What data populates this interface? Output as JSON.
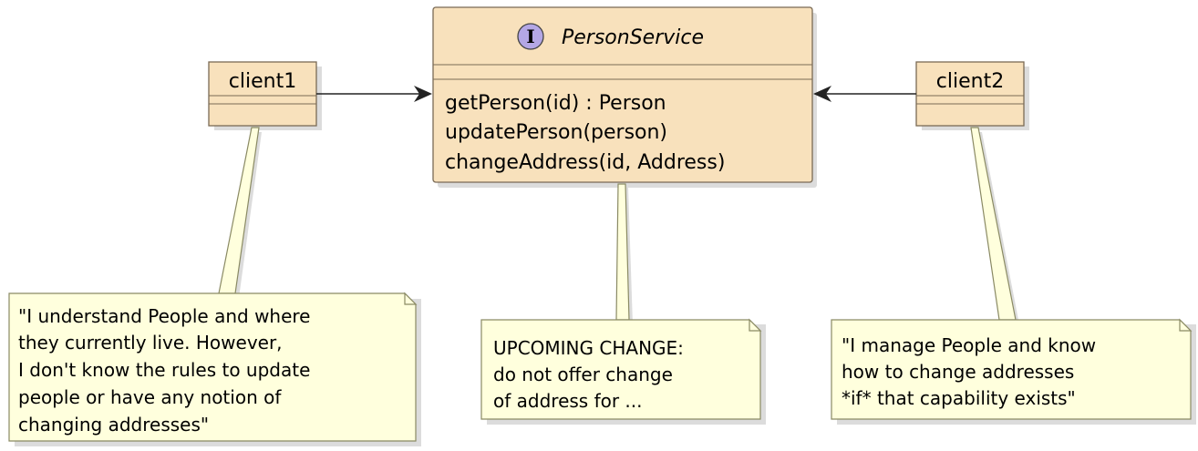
{
  "diagram": {
    "interface": {
      "stereotype_letter": "I",
      "name": "PersonService",
      "methods": [
        "getPerson(id) : Person",
        "updatePerson(person)",
        "changeAddress(id, Address)"
      ]
    },
    "clients": [
      {
        "name": "client1"
      },
      {
        "name": "client2"
      }
    ],
    "notes": [
      {
        "lines": [
          "\"I understand People and where",
          "they currently live. However,",
          "I don't know the rules to update",
          "people or have any notion of",
          "changing addresses\""
        ]
      },
      {
        "lines": [
          "UPCOMING CHANGE:",
          "do not offer change",
          "of address for ..."
        ]
      },
      {
        "lines": [
          "\"I manage People and know",
          "how to change addresses",
          "*if* that capability exists\""
        ]
      }
    ],
    "colors": {
      "class_fill": "#F8E1BC",
      "note_fill": "#FFFFDD",
      "interface_badge": "#B4A7E5"
    }
  }
}
